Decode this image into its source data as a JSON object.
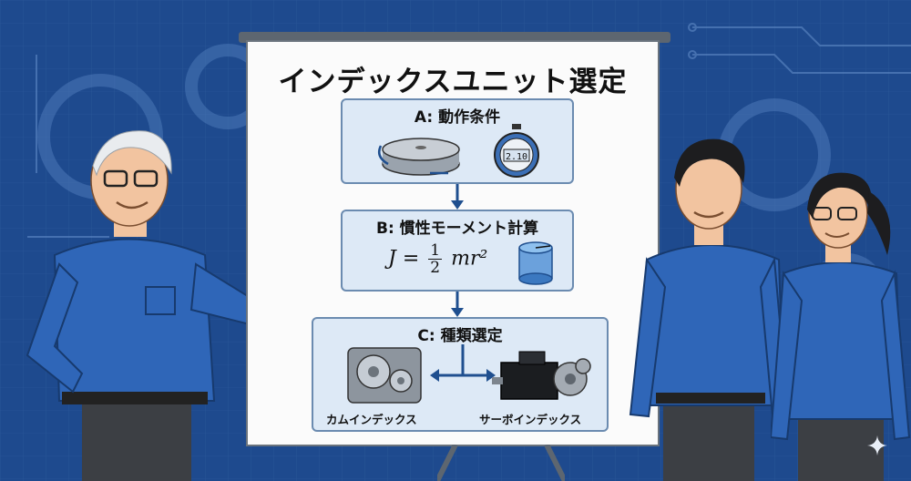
{
  "board": {
    "title": "インデックスユニット選定",
    "step_a": {
      "label": "A: 動作条件",
      "timer_readout": "2.10"
    },
    "step_b": {
      "label": "B: 慣性モーメント計算",
      "formula": {
        "lhs": "J =",
        "num": "1",
        "den": "2",
        "rhs": "mr²"
      }
    },
    "step_c": {
      "label": "C: 種類選定",
      "option_left": "カムインデックス",
      "option_right": "サーボインデックス"
    }
  },
  "icons": [
    "rotating-table-icon",
    "stopwatch-icon",
    "cylinder-icon",
    "cam-gearbox-icon",
    "servo-motor-icon",
    "sparkle-icon"
  ],
  "colors": {
    "background": "#1e4a8e",
    "box_fill": "#dde9f6",
    "arrow": "#1f4f8f",
    "shirt": "#2f66b8"
  }
}
